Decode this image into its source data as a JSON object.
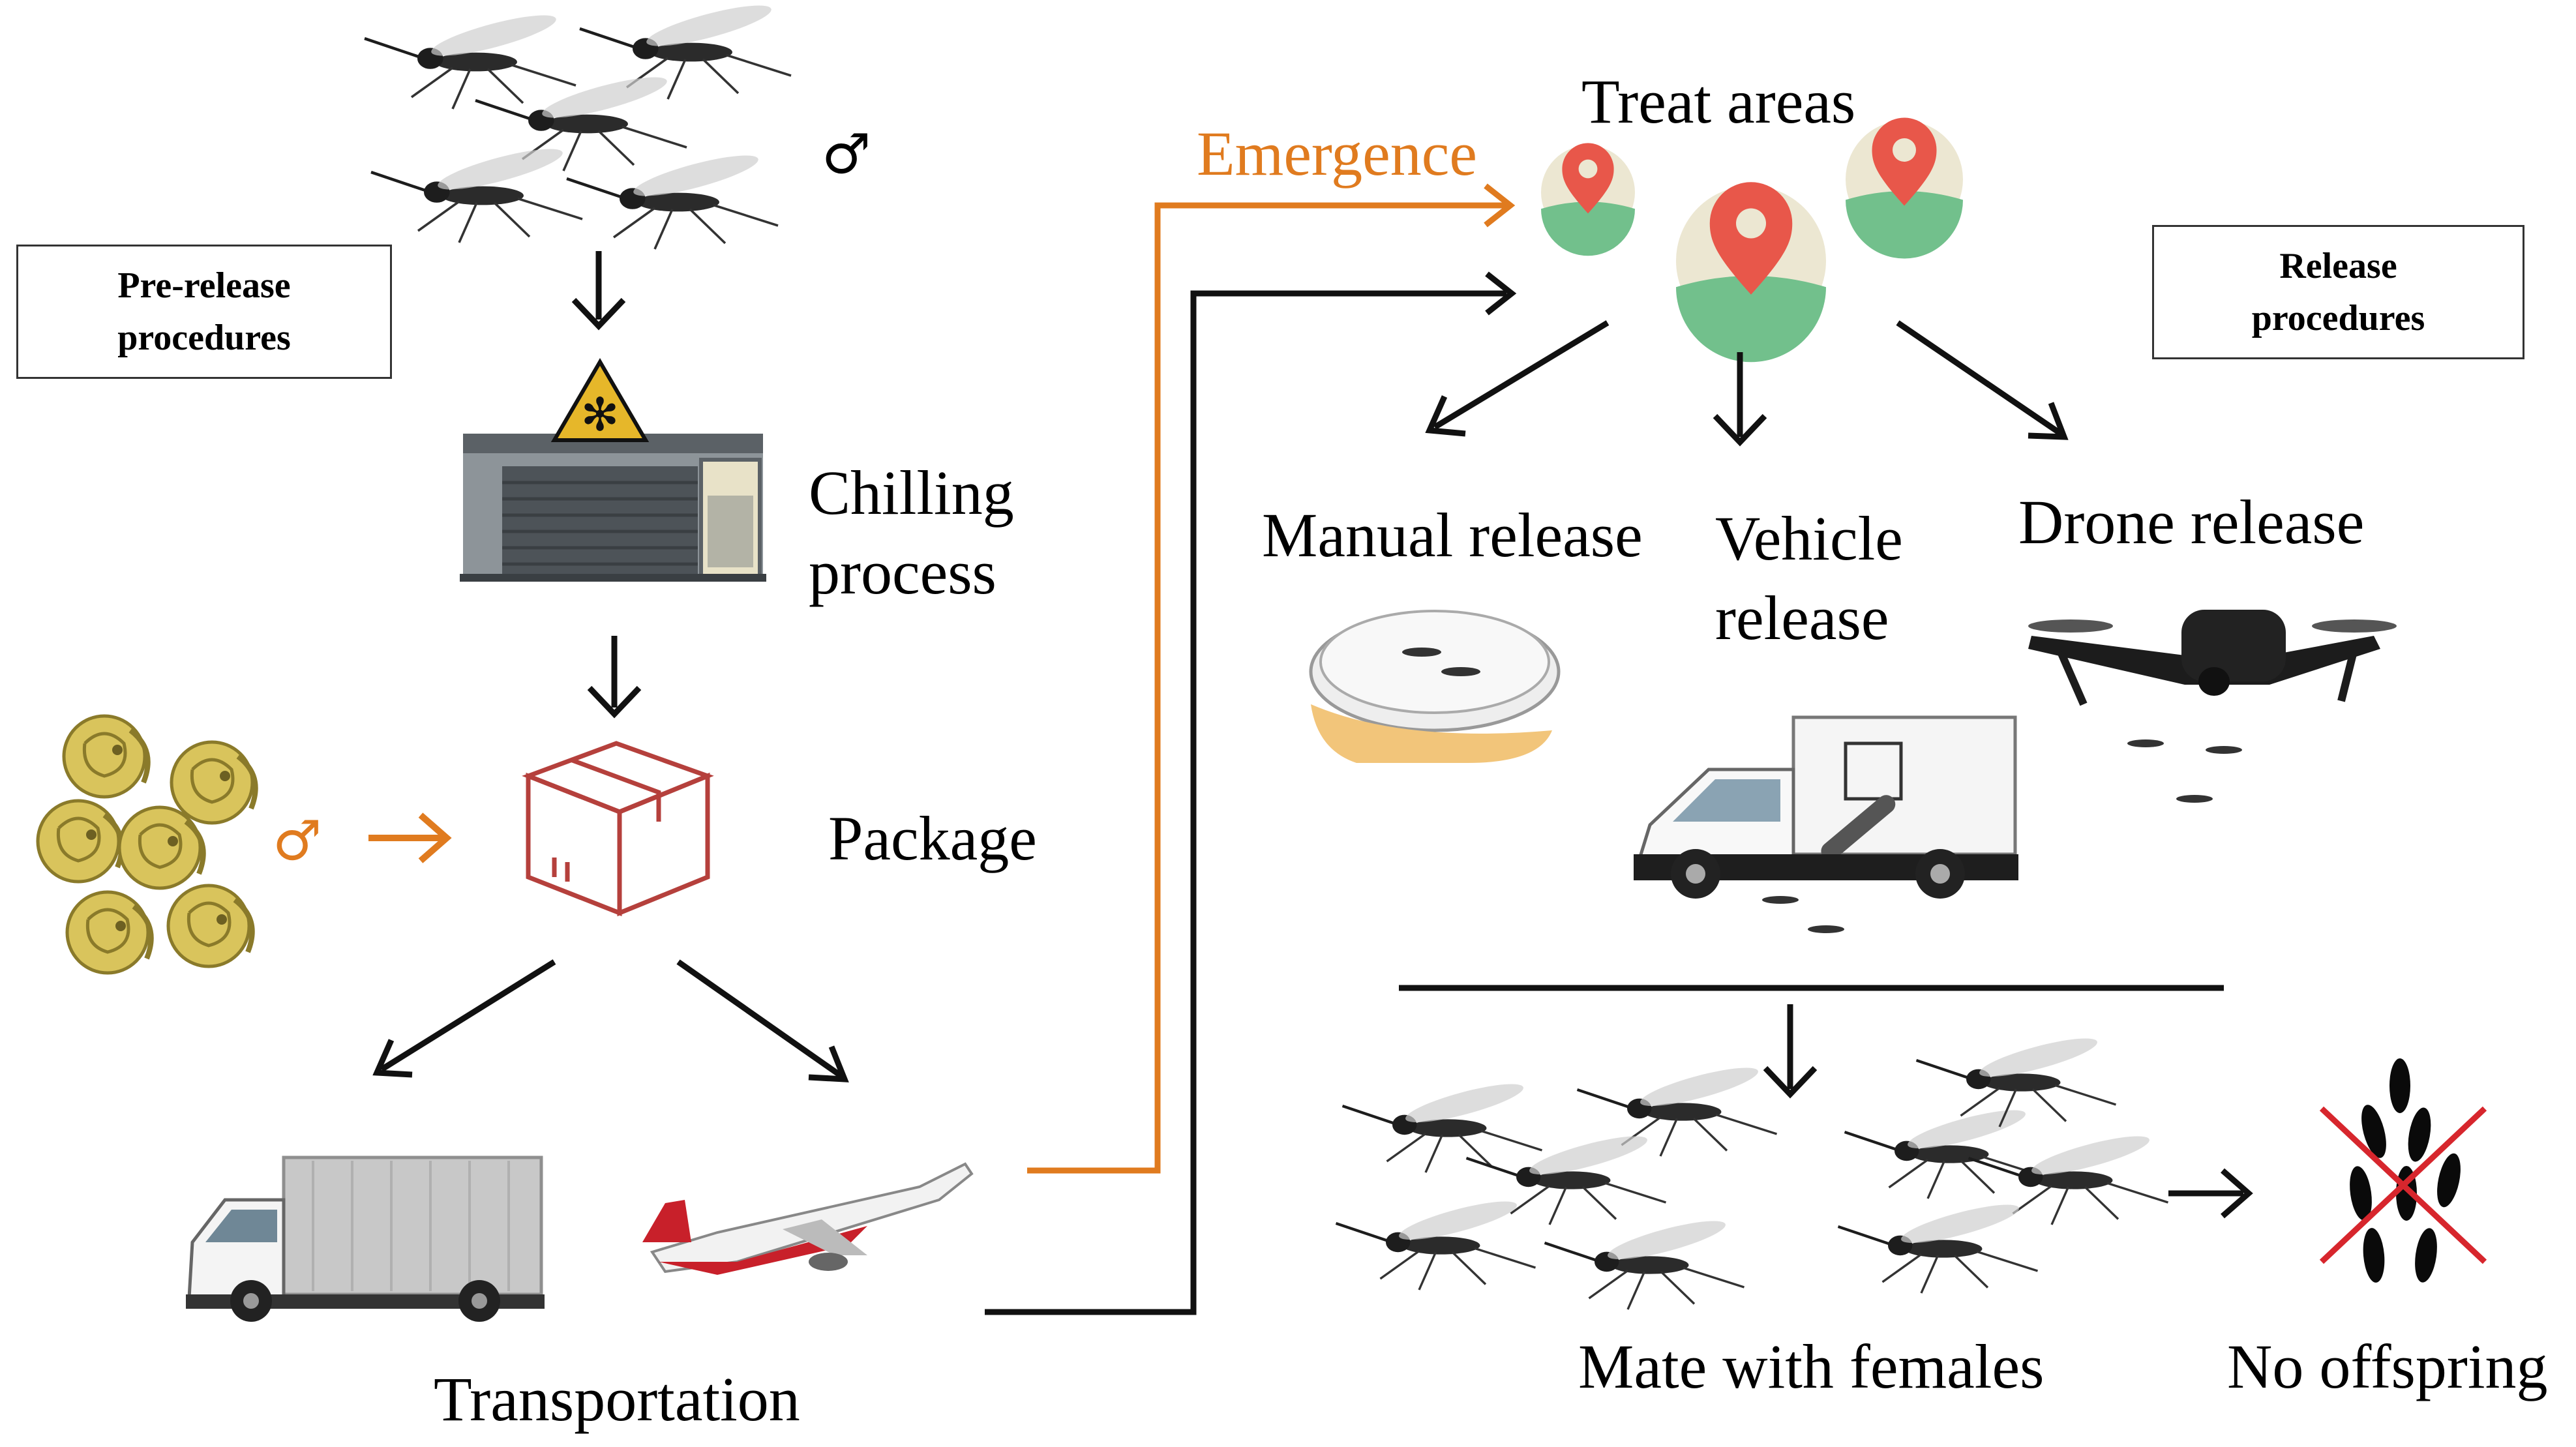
{
  "boxes": {
    "pre_release": [
      "Pre-release",
      "procedures"
    ],
    "release": [
      "Release",
      "procedures"
    ]
  },
  "labels": {
    "male_symbol_top": "♂",
    "male_symbol_pupae": "♂",
    "chilling": [
      "Chilling",
      "process"
    ],
    "package": "Package",
    "transportation": "Transportation",
    "emergence": "Emergence",
    "treat_areas": "Treat areas",
    "manual_release": "Manual release",
    "vehicle_release": [
      "Vehicle",
      "release"
    ],
    "drone_release": "Drone release",
    "mate_with_females": "Mate with females",
    "no_offspring": "No offspring"
  },
  "colors": {
    "accent_orange": "#e07b1f",
    "arrow_black": "#111111",
    "pin_red": "#e8574a",
    "pin_bg": "#ece7d2",
    "ground_green": "#72c08c",
    "package_red": "#b5403c",
    "cross_red": "#d7262d",
    "pupa_yellow": "#d9c45c",
    "hand_skin": "#f2c57a"
  }
}
